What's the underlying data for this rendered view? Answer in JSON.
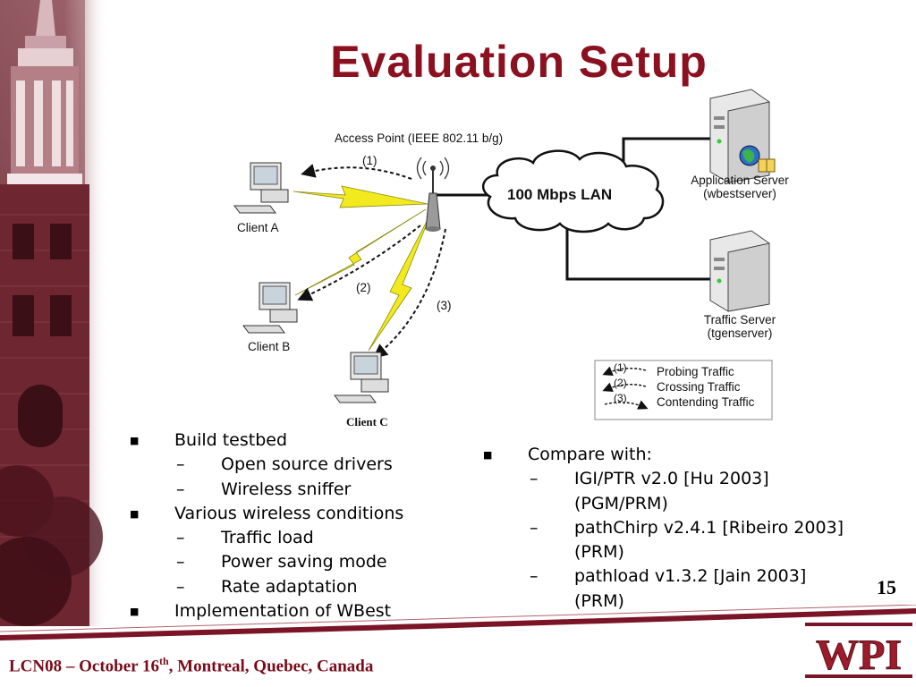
{
  "slide": {
    "title": "Evaluation Setup",
    "page_number": "15",
    "footer": {
      "prefix": "LCN08 – October 16",
      "superscript": "th",
      "suffix": ", Montreal, Quebec, Canada"
    },
    "logo_text": "WPI"
  },
  "diagram": {
    "access_point_label": "Access Point (IEEE 802.11 b/g)",
    "lan_label": "100 Mbps LAN",
    "clients": [
      "Client A",
      "Client B",
      "Client C"
    ],
    "app_server": {
      "line1": "Application Server",
      "line2": "(wbestserver)"
    },
    "traffic_server": {
      "line1": "Traffic Server",
      "line2": "(tgenserver)"
    },
    "path_labels": [
      "(1)",
      "(2)",
      "(3)"
    ],
    "legend": [
      {
        "marker": "(1)",
        "label": "Probing Traffic"
      },
      {
        "marker": "(2)",
        "label": "Crossing Traffic"
      },
      {
        "marker": "(3)",
        "label": "Contending Traffic"
      }
    ]
  },
  "bullets_left": [
    {
      "level": 1,
      "text": "Build testbed"
    },
    {
      "level": 2,
      "text": "Open source drivers"
    },
    {
      "level": 2,
      "text": "Wireless sniffer"
    },
    {
      "level": 1,
      "text": "Various wireless conditions"
    },
    {
      "level": 2,
      "text": "Traffic load"
    },
    {
      "level": 2,
      "text": "Power saving mode"
    },
    {
      "level": 2,
      "text": "Rate adaptation"
    },
    {
      "level": 1,
      "text": "Implementation of WBest"
    }
  ],
  "bullets_right": [
    {
      "level": 1,
      "text": "Compare with:"
    },
    {
      "level": 2,
      "text": "IGI/PTR v2.0 [Hu 2003]"
    },
    {
      "level": 3,
      "text": "(PGM/PRM)"
    },
    {
      "level": 2,
      "text": "pathChirp v2.4.1 [Ribeiro 2003]"
    },
    {
      "level": 3,
      "text": "(PRM)"
    },
    {
      "level": 2,
      "text": "pathload v1.3.2 [Jain 2003]"
    },
    {
      "level": 3,
      "text": "(PRM)"
    }
  ],
  "colors": {
    "title": "#8b1020",
    "footer_text": "#7a0c1a",
    "rule": "#7a1426",
    "lightning": "#f2ea1e"
  }
}
